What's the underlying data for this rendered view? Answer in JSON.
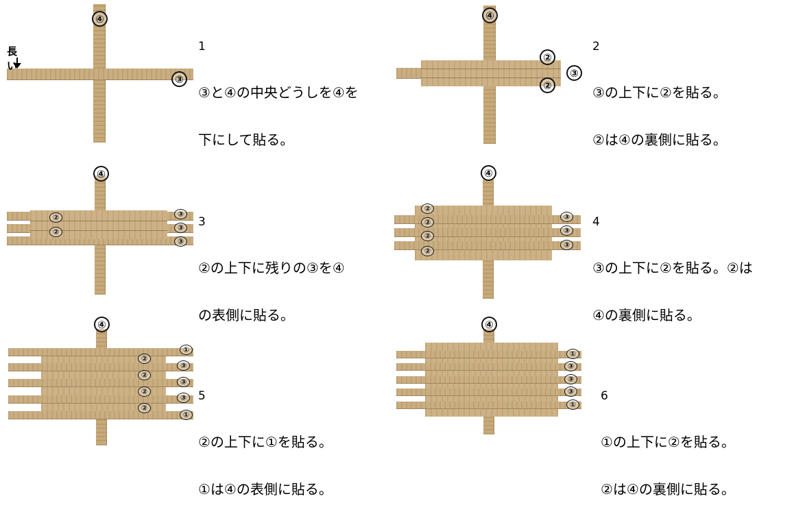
{
  "steps": [
    {
      "num": "1",
      "lines": [
        "③と④の中央どうしを④を",
        "下にして貼る。"
      ]
    },
    {
      "num": "2",
      "lines": [
        "③の上下に②を貼る。",
        "②は④の裏側に貼る。"
      ]
    },
    {
      "num": "3",
      "lines": [
        "②の上下に残りの③を④",
        "の表側に貼る。"
      ]
    },
    {
      "num": "4",
      "lines": [
        "③の上下に②を貼る。②は",
        "④の裏側に貼る。"
      ]
    },
    {
      "num": "5",
      "lines": [
        "②の上下に①を貼る。",
        "①は④の表側に貼る。"
      ]
    },
    {
      "num": "6",
      "lines": [
        "①の上下に②を貼る。",
        "②は④の裏側に貼る。"
      ]
    }
  ],
  "photo1": {
    "callout": "長い",
    "marks": {
      "top": "④",
      "right": "③"
    }
  },
  "photo2": {
    "marks": {
      "top": "④",
      "r1": "②",
      "r2": "③",
      "r3": "②"
    }
  },
  "photo3": {
    "marks": {
      "top": "④",
      "l1": "②",
      "l2": "②",
      "r1": "③",
      "r2": "③",
      "r3": "③"
    }
  },
  "photo4": {
    "marks": {
      "top": "④",
      "l1": "②",
      "l2": "②",
      "l3": "②",
      "l4": "②",
      "r1": "③",
      "r2": "③",
      "r3": "③"
    }
  },
  "photo5": {
    "marks": {
      "top": "④",
      "c1": "②",
      "c2": "②",
      "c3": "②",
      "c4": "②",
      "r1": "①",
      "r2": "③",
      "r3": "③",
      "r4": "③",
      "r5": "①"
    }
  },
  "photo6": {
    "marks": {
      "top": "④",
      "r1": "①",
      "r2": "③",
      "r3": "③",
      "r4": "③",
      "r5": "①"
    }
  }
}
